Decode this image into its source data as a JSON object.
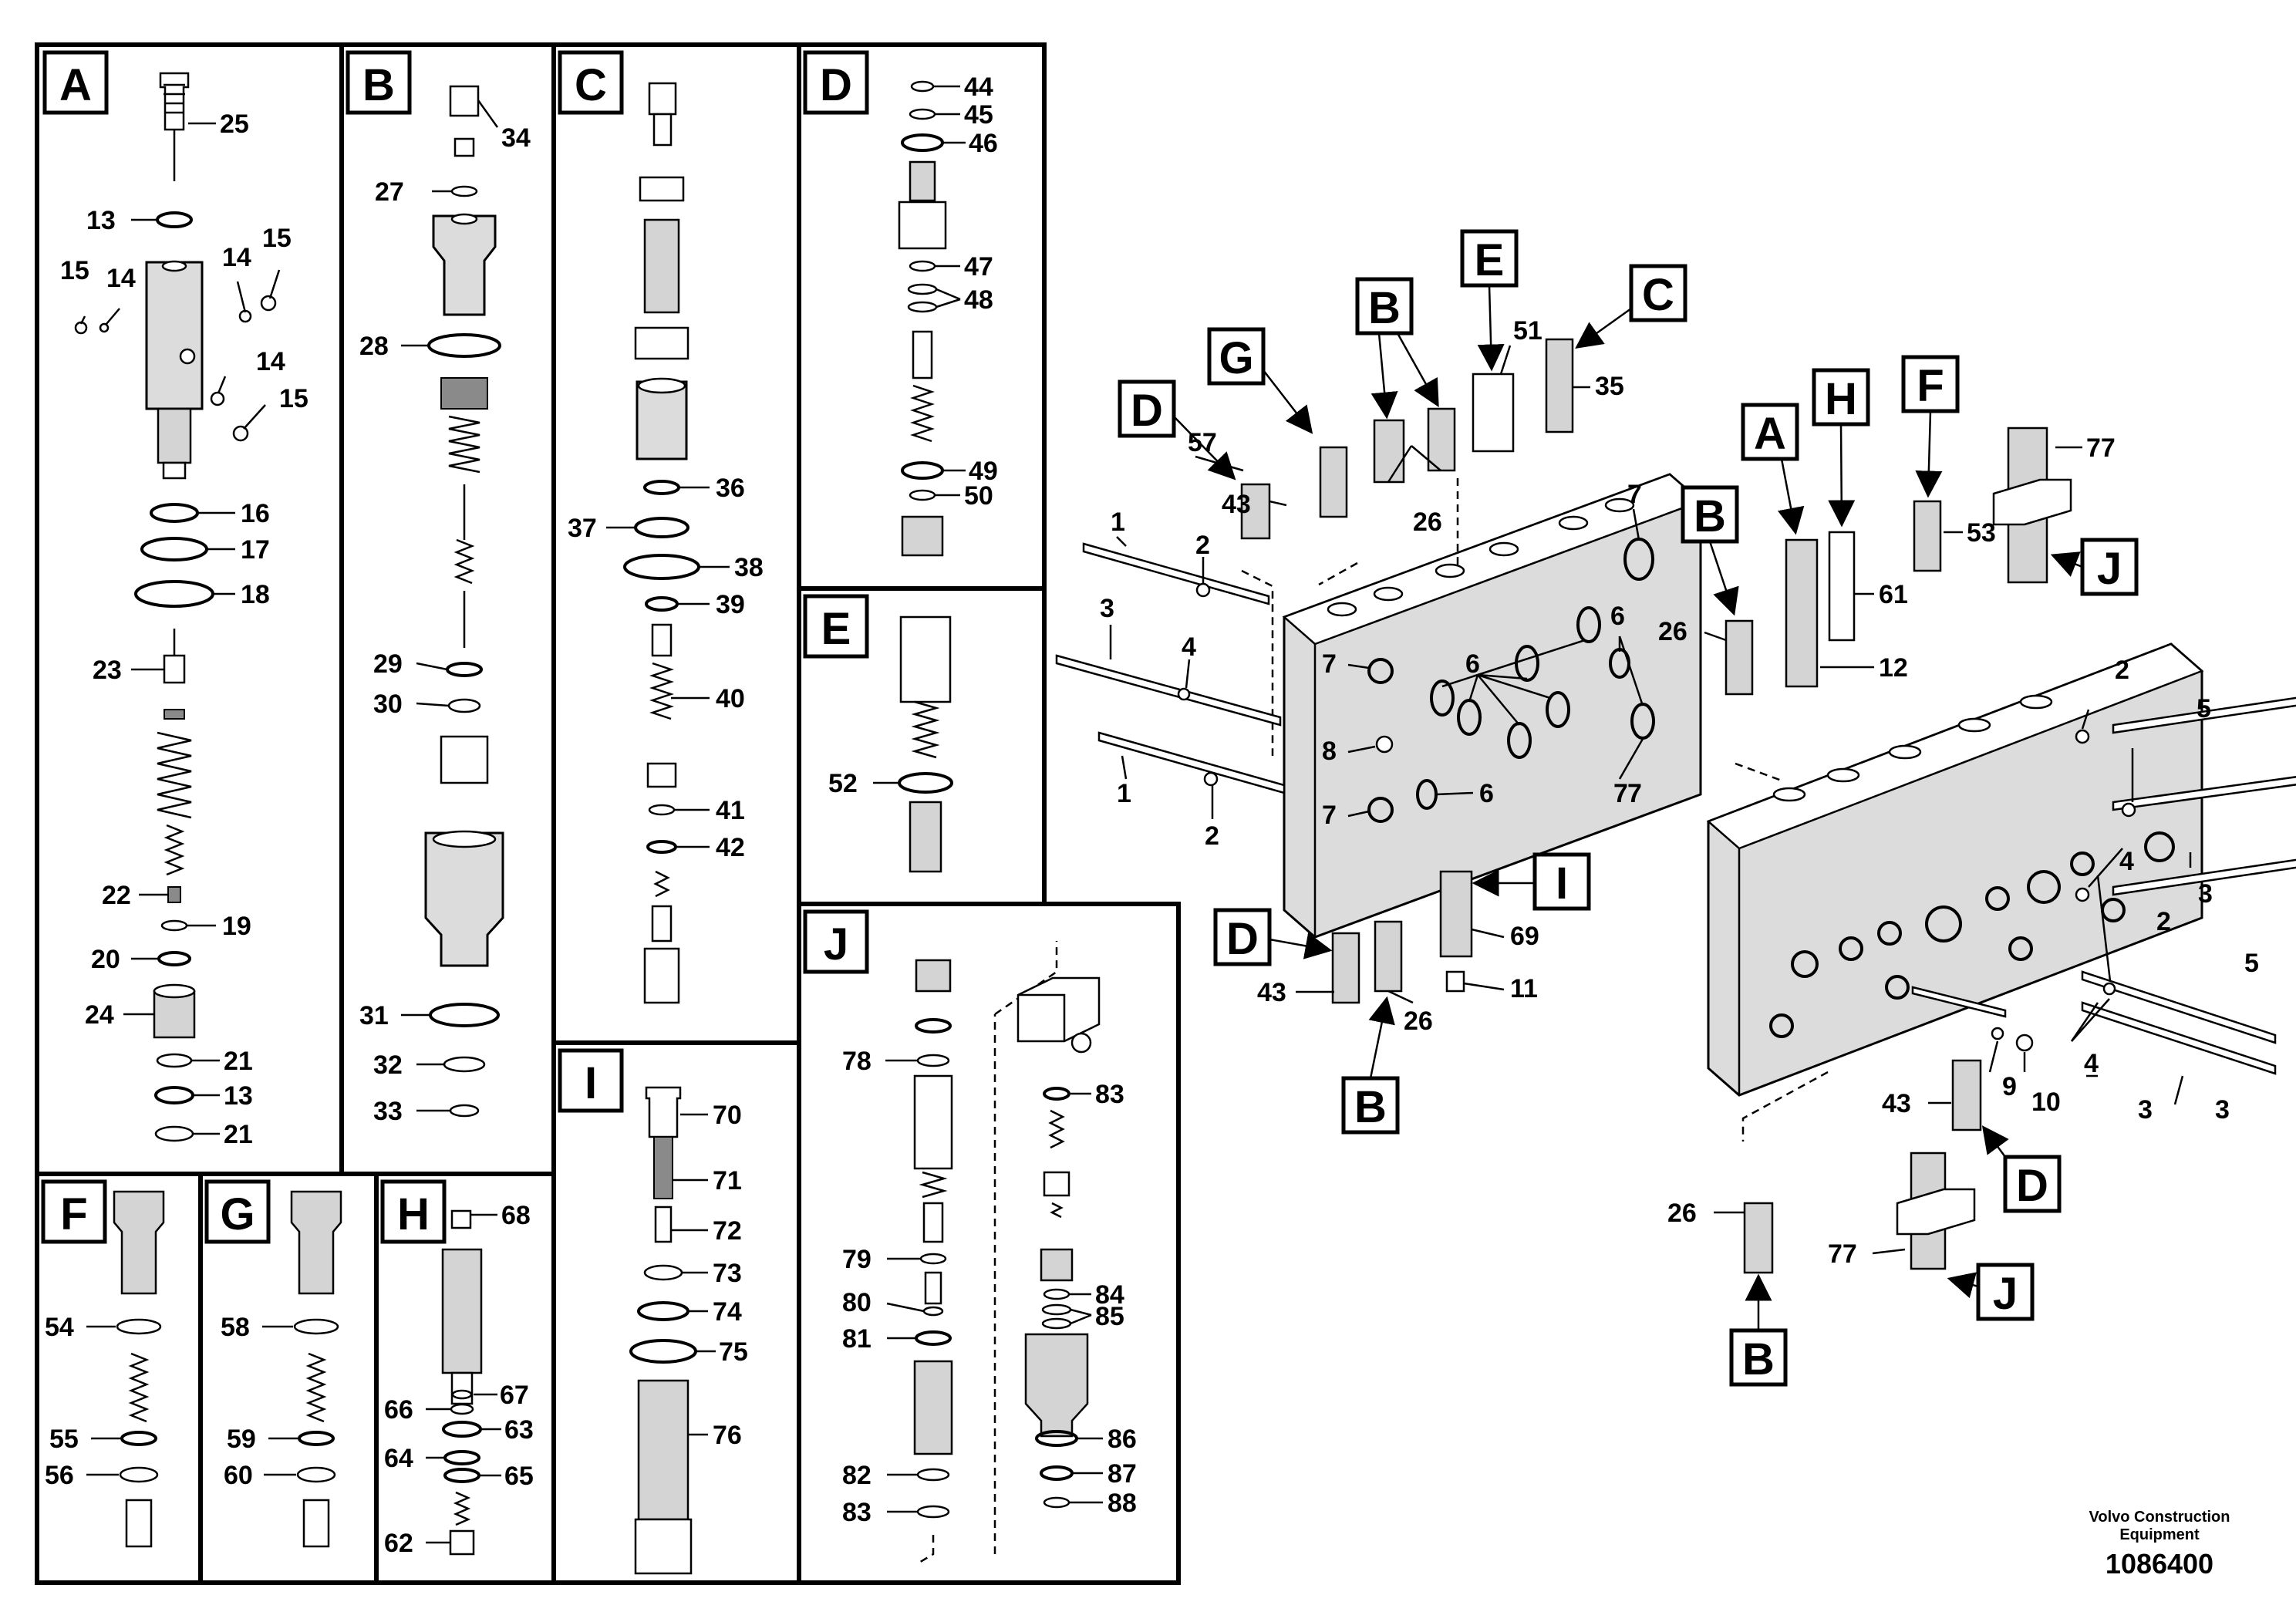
{
  "panels": [
    {
      "id": "A",
      "label": "A"
    },
    {
      "id": "B",
      "label": "B"
    },
    {
      "id": "C",
      "label": "C"
    },
    {
      "id": "D",
      "label": "D"
    },
    {
      "id": "E",
      "label": "E"
    },
    {
      "id": "F",
      "label": "F"
    },
    {
      "id": "G",
      "label": "G"
    },
    {
      "id": "H",
      "label": "H"
    },
    {
      "id": "I",
      "label": "I"
    },
    {
      "id": "J",
      "label": "J"
    }
  ],
  "callouts": {
    "A": [
      "25",
      "13",
      "15",
      "14",
      "14",
      "15",
      "14",
      "15",
      "16",
      "17",
      "18",
      "23",
      "22",
      "19",
      "20",
      "24",
      "21",
      "13",
      "21"
    ],
    "B": [
      "34",
      "27",
      "28",
      "29",
      "30",
      "31",
      "32",
      "33"
    ],
    "C": [
      "36",
      "37",
      "38",
      "39",
      "40",
      "41",
      "42"
    ],
    "D": [
      "44",
      "45",
      "46",
      "47",
      "48",
      "49",
      "50"
    ],
    "E": [
      "52"
    ],
    "F": [
      "54",
      "55",
      "56"
    ],
    "G": [
      "58",
      "59",
      "60"
    ],
    "H": [
      "68",
      "67",
      "66",
      "63",
      "64",
      "65",
      "62"
    ],
    "I": [
      "70",
      "71",
      "72",
      "73",
      "74",
      "75",
      "76"
    ],
    "J": [
      "78",
      "83",
      "79",
      "80",
      "81",
      "84",
      "85",
      "86",
      "82",
      "87",
      "83",
      "88"
    ]
  },
  "assembly_labels": {
    "left": [
      "D",
      "G",
      "B",
      "E",
      "C",
      "D",
      "B",
      "I"
    ],
    "right": [
      "A",
      "H",
      "F",
      "B",
      "J",
      "D",
      "J",
      "B"
    ]
  },
  "assembly_callouts": {
    "left": [
      "57",
      "43",
      "26",
      "51",
      "35",
      "1",
      "2",
      "3",
      "4",
      "1",
      "2",
      "7",
      "7",
      "7",
      "7",
      "6",
      "6",
      "6",
      "8",
      "7",
      "43",
      "26",
      "69",
      "11"
    ],
    "right": [
      "77",
      "53",
      "61",
      "12",
      "26",
      "2",
      "5",
      "4",
      "3",
      "2",
      "5",
      "9",
      "10",
      "4",
      "3",
      "3",
      "43",
      "26",
      "77"
    ]
  },
  "footer": {
    "company_line1": "Volvo Construction",
    "company_line2": "Equipment",
    "drawing_number": "1086400"
  }
}
